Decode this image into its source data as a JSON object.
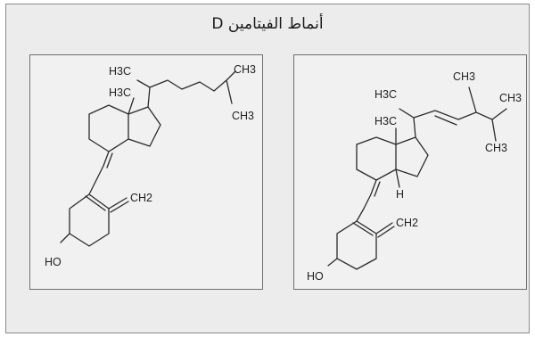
{
  "figure": {
    "title": "أنماط الفيتامين D"
  },
  "structures": [
    {
      "id": "left",
      "labels": {
        "top_methyl": "H3C",
        "ring_methyl": "H3C",
        "branch_methyl_top": "CH3",
        "branch_methyl_bottom": "CH3",
        "methylene": "CH2",
        "hydroxyl": "HO"
      }
    },
    {
      "id": "right",
      "labels": {
        "top_methyl": "H3C",
        "ring_methyl": "H3C",
        "chain_methyl": "CH3",
        "branch_methyl_right": "CH3",
        "branch_methyl_bottom": "CH3",
        "hydrogen": "H",
        "methylene": "CH2",
        "hydroxyl": "HO"
      }
    }
  ],
  "colors": {
    "background": "#ececec",
    "panel": "#f1f1f1",
    "ink": "#2a2a2a"
  }
}
